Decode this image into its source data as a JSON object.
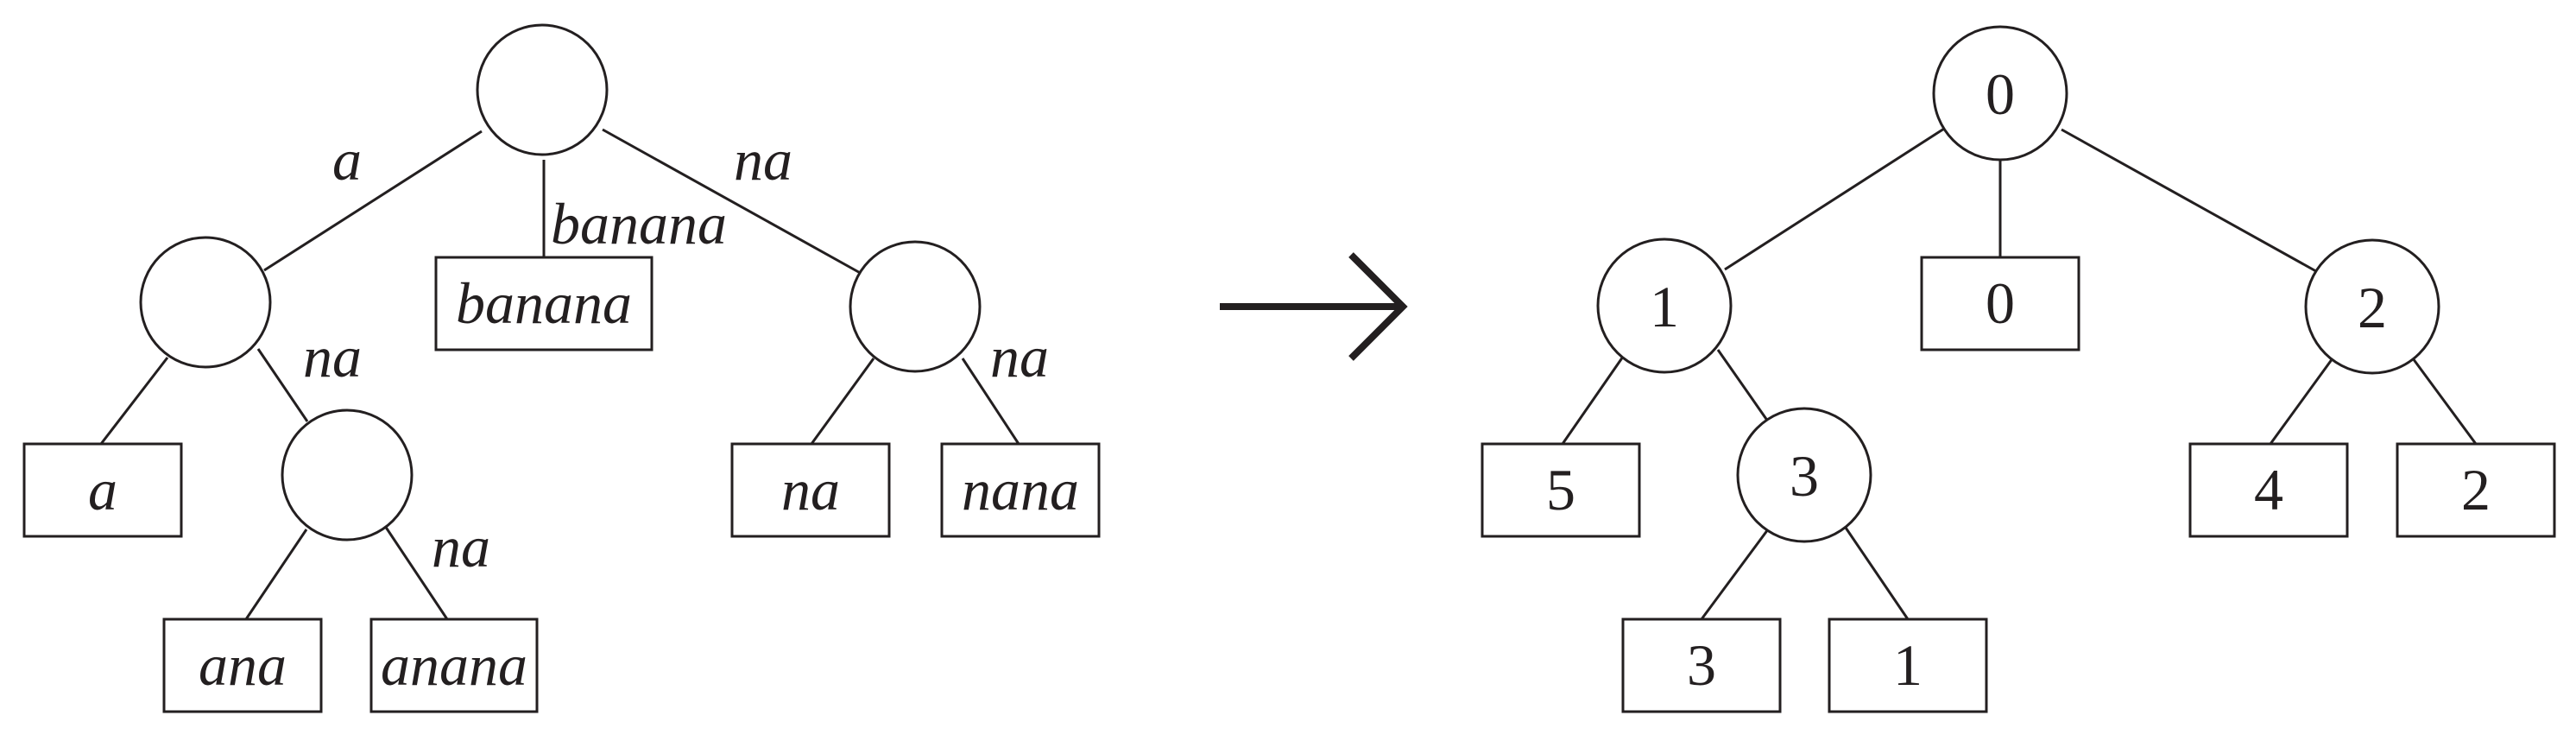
{
  "left_tree": {
    "edge_labels": {
      "root_to_a": "a",
      "root_to_leaf_banana": "banana",
      "root_to_na": "na",
      "a_to_na": "na",
      "na_to_leaf_nana": "na",
      "ana_to_leaf_anana": "na"
    },
    "leaves": {
      "banana": "banana",
      "a": "a",
      "ana": "ana",
      "anana": "anana",
      "na": "na",
      "nana": "nana"
    }
  },
  "right_tree": {
    "nodes": {
      "root": "0",
      "left": "1",
      "right": "2",
      "left_right": "3"
    },
    "leaves": {
      "mid": "0",
      "left_left": "5",
      "left_right_left": "3",
      "left_right_right": "1",
      "right_left": "4",
      "right_right": "2"
    }
  }
}
